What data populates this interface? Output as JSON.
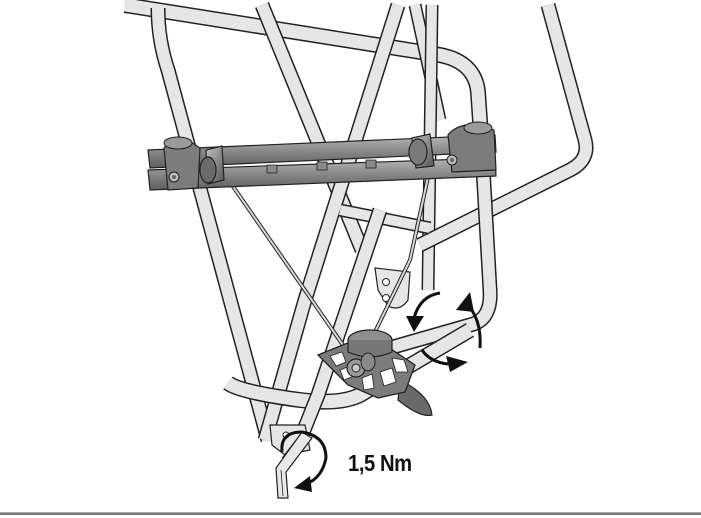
{
  "figure": {
    "subject": "rear bicycle luggage rack with adapter rail and lower stay clamp",
    "torque_annotation": "1,5 Nm",
    "callouts": [
      {
        "name": "adapter-rail",
        "description": "horizontal mounting rail with two end clamps"
      },
      {
        "name": "lower-clamp-rotation",
        "description": "two curved arrows indicating rotation of the lower clamp"
      },
      {
        "name": "hex-key-tightening",
        "description": "hex key with clockwise arrow, tighten to torque"
      }
    ]
  },
  "colors": {
    "background": "#ffffff",
    "tube_fill": "#e6e6e6",
    "outline": "#222222",
    "metal_dark": "#5a5a5a",
    "metal_mid": "#8a8a8a",
    "metal_light": "#b5b5b5",
    "arrow": "#111111",
    "footer_rule": "#7a7a7a"
  }
}
